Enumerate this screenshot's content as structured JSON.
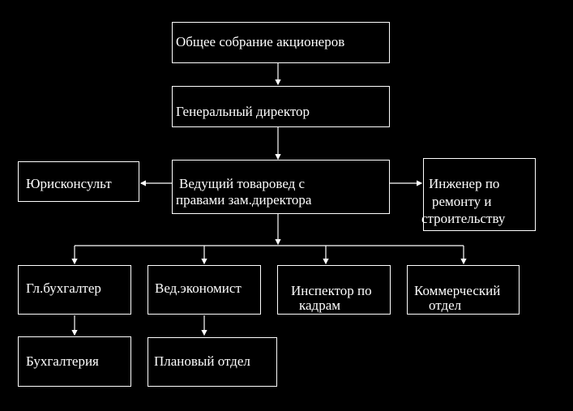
{
  "nodes": {
    "shareholders": "Общее собрание акционеров",
    "general_director": "Генеральный директор",
    "lead_merchandiser_line1": "Ведущий товаровед с",
    "lead_merchandiser_line2": "правами зам.директора",
    "legal_counsel": "Юрисконсульт",
    "engineer_line1": "Инженер по",
    "engineer_line2": "ремонту и",
    "engineer_line3": "строительству",
    "chief_accountant": "Гл.бухгалтер",
    "lead_economist": "Вед.экономист",
    "hr_inspector_line1": "Инспектор по",
    "hr_inspector_line2": "кадрам",
    "commercial_line1": "Коммерческий",
    "commercial_line2": "отдел",
    "accounting": "Бухгалтерия",
    "planning": "Плановый отдел"
  },
  "colors": {
    "background": "#000000",
    "foreground": "#ffffff"
  }
}
